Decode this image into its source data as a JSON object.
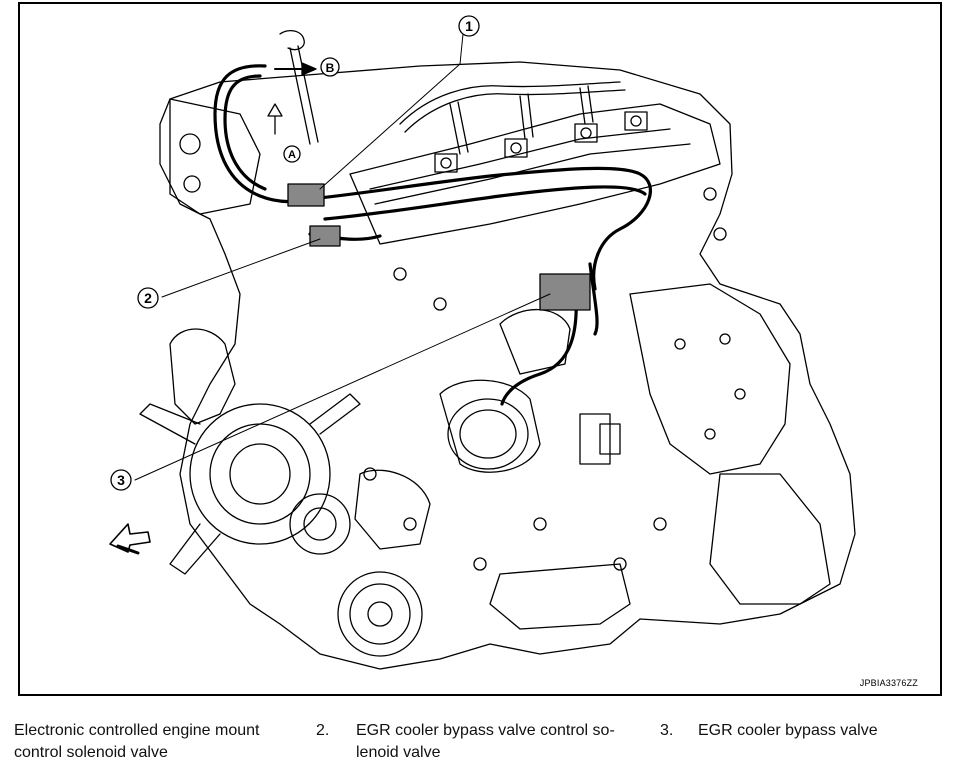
{
  "figure": {
    "figure_id": "JPBIA3376ZZ",
    "callouts": [
      {
        "id": "callout-1",
        "label": "1"
      },
      {
        "id": "callout-2",
        "label": "2"
      },
      {
        "id": "callout-3",
        "label": "3"
      }
    ],
    "arrow_labels": {
      "a": "A",
      "b": "B"
    }
  },
  "legend": {
    "item1": {
      "text": "Electronic controlled engine mount control solenoid valve",
      "line1": "Electronic controlled engine mount",
      "line2": "control solenoid valve"
    },
    "item2": {
      "number": "2.",
      "text": "EGR cooler bypass valve control solenoid valve",
      "line1": "EGR cooler bypass valve control so-",
      "line2": "lenoid valve"
    },
    "item3": {
      "number": "3.",
      "text": "EGR cooler bypass valve",
      "line1": "EGR cooler bypass valve"
    }
  }
}
